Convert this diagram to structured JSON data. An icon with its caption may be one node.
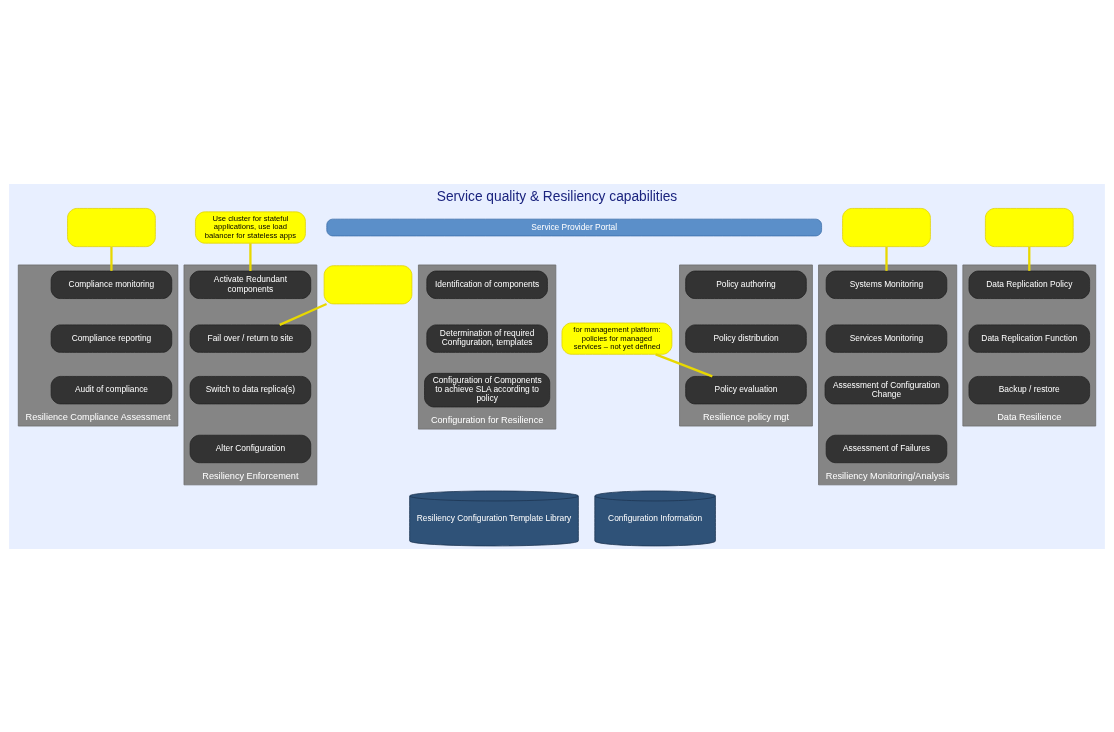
{
  "diagram": {
    "title": "Service quality & Resiliency capabilities",
    "nodes": [
      {
        "text": [
          "Service Provider Portal"
        ]
      },
      {
        "text": [],
        "shape": "callout"
      },
      {
        "text": [],
        "shape": "callout"
      },
      {
        "text": [
          "Use cluster for stateful applications, use load balancer for stateless apps"
        ]
      },
      {
        "text": [],
        "shape": "callout"
      },
      {
        "text": [
          "Data Resilience"
        ]
      },
      {
        "text": [
          "Data Replication Policy"
        ],
        "in": 5
      },
      {
        "text": [
          "Data Replication Function"
        ],
        "in": 5
      },
      {
        "text": [
          "Backup / restore"
        ],
        "in": 5
      },
      {
        "text": [
          "Resilience policy mgt"
        ]
      },
      {
        "text": [
          "Policy authoring"
        ],
        "in": 9
      },
      {
        "text": [
          "Policy distribution"
        ],
        "in": 9
      },
      {
        "text": [
          "Policy evaluation"
        ],
        "in": 9
      },
      {
        "text": [
          "Configuration for Resilience"
        ]
      },
      {
        "text": [
          "Identification of components"
        ],
        "in": 13
      },
      {
        "text": [
          "Determination of required Configuration, templates"
        ],
        "in": 13
      },
      {
        "text": [
          "Configuration of Components to achieve SLA according to policy"
        ],
        "in": 13
      },
      {
        "text": [
          "Resiliency Monitoring/Analysis"
        ]
      },
      {
        "text": [
          "Systems Monitoring"
        ],
        "in": 17
      },
      {
        "text": [
          "Services Monitoring"
        ],
        "in": 17
      },
      {
        "text": [
          "Assessment of Configuration Change"
        ],
        "in": 17
      },
      {
        "text": [
          "Assessment of Failures"
        ],
        "in": 17
      },
      {
        "text": [
          "Resiliency Enforcement"
        ]
      },
      {
        "text": [
          "Activate Redundant components"
        ],
        "in": 22
      },
      {
        "text": [
          "Fail over / return to site"
        ],
        "in": 22
      },
      {
        "text": [
          "Switch to data replica(s)"
        ],
        "in": 22
      },
      {
        "text": [
          "Alter Configuration"
        ],
        "in": 22
      },
      {
        "text": [
          "Resilience Compliance Assessment"
        ]
      },
      {
        "text": [
          "Compliance monitoring"
        ],
        "in": 27
      },
      {
        "text": [
          "Compliance reporting"
        ],
        "in": 27
      },
      {
        "text": [
          "Audit of compliance"
        ],
        "in": 27
      },
      {
        "text": [
          "Resiliency Configuration Template Library"
        ]
      },
      {
        "text": [
          "Configuration Information"
        ]
      },
      {
        "text": [],
        "shape": "callout"
      },
      {
        "text": [
          "for management platform: policies for managed services – not yet defined"
        ]
      }
    ],
    "edges": [
      {
        "from": 1,
        "to": 6,
        "arrow": "none"
      },
      {
        "from": 2,
        "to": 18,
        "arrow": "none"
      },
      {
        "from": 3,
        "to": 23,
        "arrow": "none"
      },
      {
        "from": 4,
        "to": 28,
        "arrow": "none"
      },
      {
        "from": 33,
        "to": 24,
        "arrow": "none"
      },
      {
        "from": 34,
        "to": 12,
        "arrow": "none"
      }
    ]
  }
}
